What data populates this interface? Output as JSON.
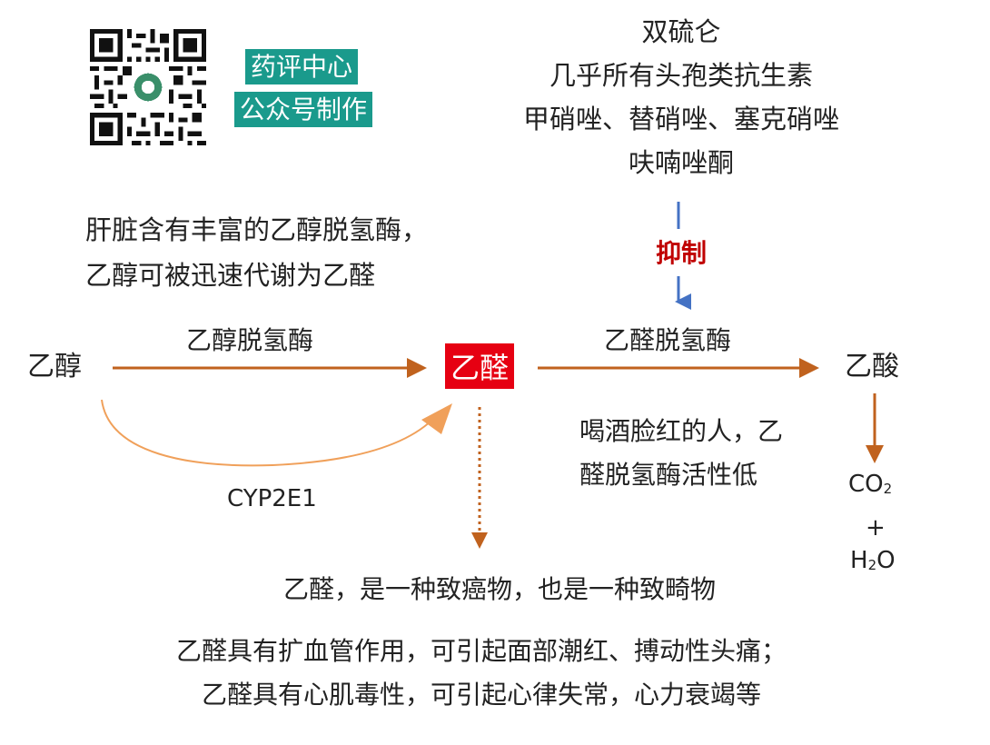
{
  "watermark": {
    "line1": "药评中心",
    "line2": "公众号制作",
    "qr_icon": "qr-code"
  },
  "inhibitors": [
    "双硫仑",
    "几乎所有头孢类抗生素",
    "甲硝唑、替硝唑、塞克硝唑",
    "呋喃唑酮"
  ],
  "inhibit_label": "抑制",
  "liver_note": {
    "line1": "肝脏含有丰富的乙醇脱氢酶，",
    "line2": "乙醇可被迅速代谢为乙醛"
  },
  "pathway": {
    "ethanol": "乙醇",
    "enzyme1": "乙醇脱氢酶",
    "acetaldehyde": "乙醛",
    "enzyme2": "乙醛脱氢酶",
    "acetic_acid": "乙酸",
    "cyp": "CYP2E1",
    "co2": "CO",
    "co2_sub": "2",
    "plus": "+",
    "h2o_h": "H",
    "h2o_sub": "2",
    "h2o_o": "O"
  },
  "flush_note": {
    "line1": "喝酒脸红的人，乙",
    "line2": "醛脱氢酶活性低"
  },
  "effects": [
    "乙醛，是一种致癌物，也是一种致畸物",
    "乙醛具有扩血管作用，可引起面部潮红、搏动性头痛；",
    "乙醛具有心肌毒性，可引起心律失常，心力衰竭等"
  ],
  "colors": {
    "arrow_orange": "#c0621e",
    "curve_orange": "#f0a05a",
    "inhibit_blue": "#4472c4",
    "inhibit_red": "#c00000",
    "highlight_red": "#e60012",
    "badge_teal": "#1a9a8c"
  }
}
